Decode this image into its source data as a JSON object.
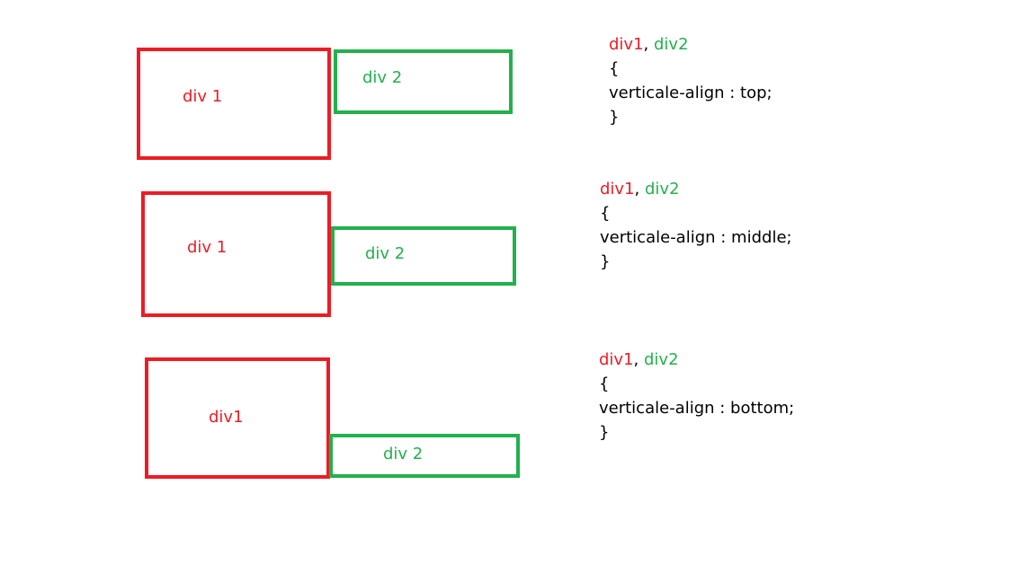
{
  "colors": {
    "div1": "#ed1c24",
    "div2": "#22b14c",
    "text": "#000000"
  },
  "examples": [
    {
      "div1_label": "div 1",
      "div2_label": "div 2",
      "code": {
        "sel_div1": "div1",
        "sep": ",",
        "sel_div2": " div2",
        "open": "{",
        "rule": "verticale-align : top;",
        "close": "}"
      }
    },
    {
      "div1_label": "div 1",
      "div2_label": "div 2",
      "code": {
        "sel_div1": "div1",
        "sep": ",",
        "sel_div2": " div2",
        "open": "{",
        "rule": "verticale-align : middle;",
        "close": "}"
      }
    },
    {
      "div1_label": "div1",
      "div2_label": "div 2",
      "code": {
        "sel_div1": "div1",
        "sep": ",",
        "sel_div2": " div2",
        "open": "{",
        "rule": "verticale-align : bottom;",
        "close": "}"
      }
    }
  ]
}
